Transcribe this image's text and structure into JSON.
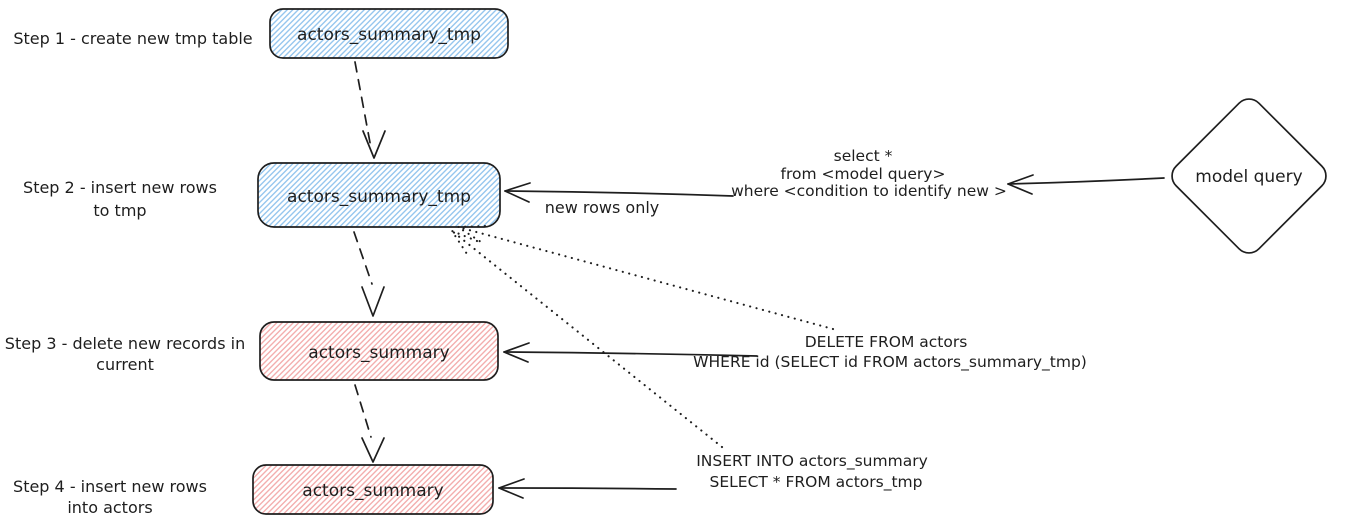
{
  "diagram": {
    "type": "flow",
    "description_visible": false
  },
  "colors": {
    "stroke": "#1e1e1e",
    "blue_hatch": "#96c6ee",
    "red_hatch": "#f3aeae",
    "background": "#ffffff"
  },
  "steps": [
    {
      "label_lines": [
        "Step 1 - create new tmp table"
      ],
      "node_label": "actors_summary_tmp",
      "node_color": "blue"
    },
    {
      "label_lines": [
        "Step 2 - insert new rows",
        "to tmp"
      ],
      "node_label": "actors_summary_tmp",
      "node_color": "blue"
    },
    {
      "label_lines": [
        "Step 3 - delete new records in",
        "current"
      ],
      "node_label": "actors_summary",
      "node_color": "red"
    },
    {
      "label_lines": [
        "Step 4 - insert new rows",
        "into actors"
      ],
      "node_label": "actors_summary",
      "node_color": "red"
    }
  ],
  "source": {
    "label": "model query",
    "shape": "diamond"
  },
  "edges": {
    "new_rows": {
      "label": "new rows only"
    },
    "model_query_sql": {
      "lines": [
        "select *",
        "from <model query>",
        "where <condition to identify new >"
      ]
    },
    "delete_sql": {
      "lines": [
        "DELETE FROM actors",
        "WHERE id (SELECT id FROM actors_summary_tmp)"
      ]
    },
    "insert_sql": {
      "lines": [
        "INSERT INTO actors_summary",
        "SELECT * FROM actors_tmp"
      ]
    }
  }
}
